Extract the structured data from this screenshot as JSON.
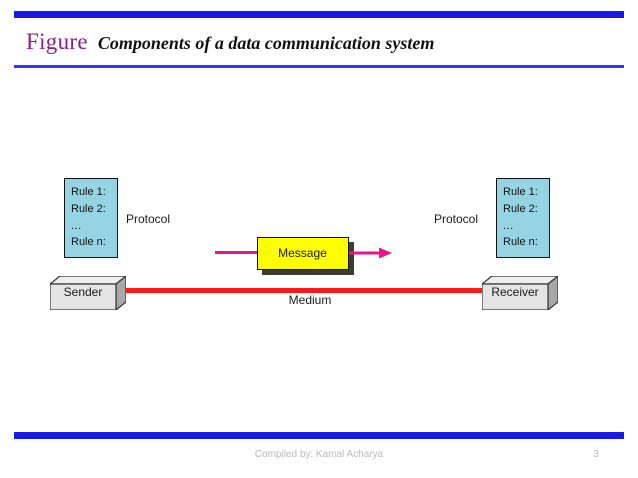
{
  "slide": {
    "title_figure": "Figure",
    "title_caption": "Components of a data communication system",
    "footer_credit": "Compiled by: Kamal Acharya",
    "page_number": "3"
  },
  "colors": {
    "header_bar": "#1a1ae6",
    "title_figure": "#8a1f8a",
    "rulebox_fill": "#95d4e3",
    "message_fill": "#ffff00",
    "medium_line": "#ff1a1a",
    "flow_arrow": "#ee1289",
    "node_fill": "#e0e0e0",
    "footer_text": "#b8b8b8"
  },
  "diagram": {
    "sender": {
      "label": "Sender",
      "protocol_label": "Protocol",
      "rules": [
        "Rule 1:",
        "Rule 2:",
        "...",
        "Rule n:"
      ]
    },
    "receiver": {
      "label": "Receiver",
      "protocol_label": "Protocol",
      "rules": [
        "Rule 1:",
        "Rule 2:",
        "...",
        "Rule n:"
      ]
    },
    "message": {
      "label": "Message"
    },
    "medium": {
      "label": "Medium"
    }
  }
}
